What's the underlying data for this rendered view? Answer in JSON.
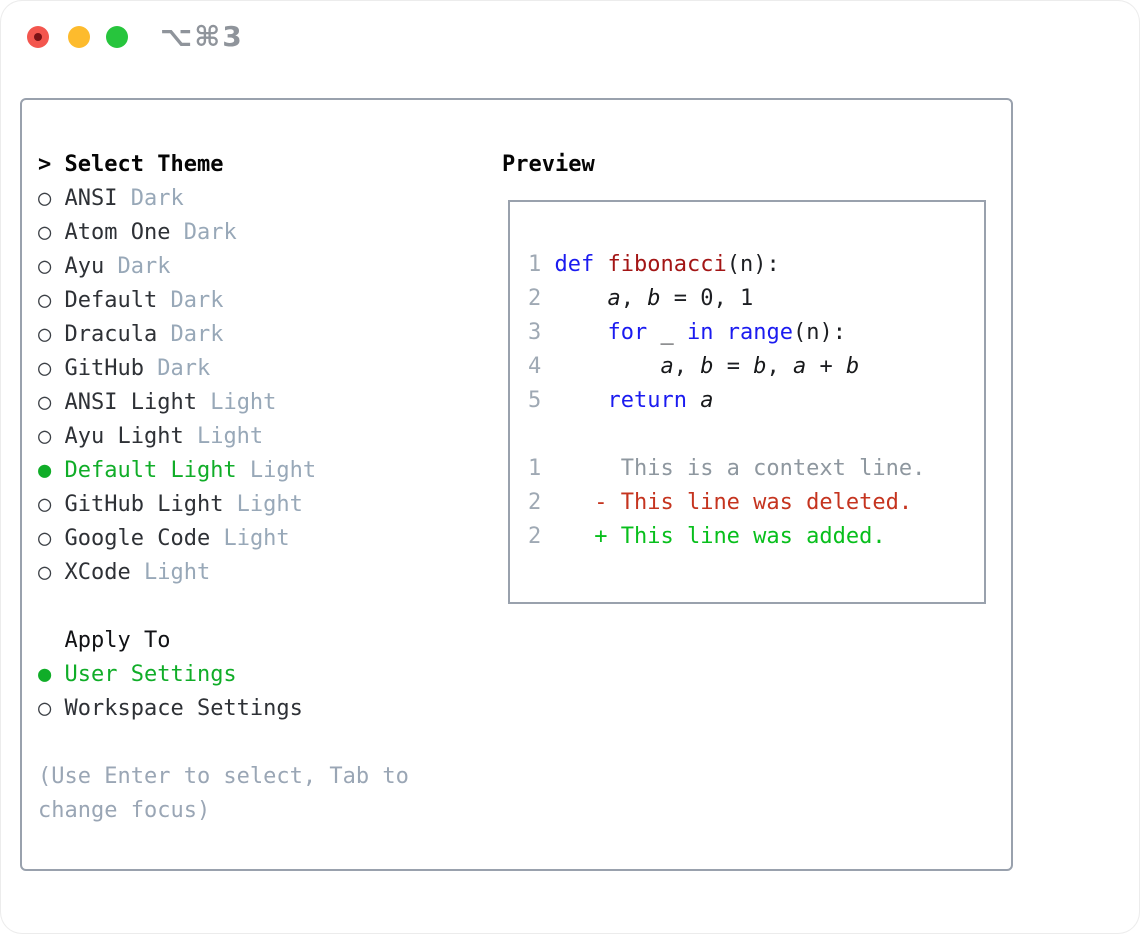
{
  "titlebar": {
    "shortcut": "⌥⌘3",
    "traffic_lights": [
      "close",
      "minimize",
      "zoom"
    ]
  },
  "colors": {
    "panel_border": "#99a1ad",
    "selection_green": "#10ad28",
    "keyword_blue": "#1b1bf0",
    "function_red": "#a31515",
    "deleted_red": "#c5341f",
    "added_green": "#08bf1c",
    "muted_gray": "#98a8b8",
    "line_number_gray": "#9fa9b4",
    "traffic_red": "#f3564e",
    "traffic_yellow": "#fdbb2d",
    "traffic_green": "#27c53d"
  },
  "theme_menu": {
    "cursor": ">",
    "title": "Select Theme",
    "unselected_glyph": "○",
    "selected_glyph": "●",
    "items": [
      {
        "name": "ANSI",
        "variant": "Dark",
        "selected": false
      },
      {
        "name": "Atom One",
        "variant": "Dark",
        "selected": false
      },
      {
        "name": "Ayu",
        "variant": "Dark",
        "selected": false
      },
      {
        "name": "Default",
        "variant": "Dark",
        "selected": false
      },
      {
        "name": "Dracula",
        "variant": "Dark",
        "selected": false
      },
      {
        "name": "GitHub",
        "variant": "Dark",
        "selected": false
      },
      {
        "name": "ANSI Light",
        "variant": "Light",
        "selected": false
      },
      {
        "name": "Ayu Light",
        "variant": "Light",
        "selected": false
      },
      {
        "name": "Default Light",
        "variant": "Light",
        "selected": true
      },
      {
        "name": "GitHub Light",
        "variant": "Light",
        "selected": false
      },
      {
        "name": "Google Code",
        "variant": "Light",
        "selected": false
      },
      {
        "name": "XCode",
        "variant": "Light",
        "selected": false
      }
    ]
  },
  "apply_to": {
    "title": "Apply To",
    "options": [
      {
        "label": "User Settings",
        "selected": true
      },
      {
        "label": "Workspace Settings",
        "selected": false
      }
    ]
  },
  "hint_lines": [
    "(Use Enter to select, Tab to",
    "change focus)"
  ],
  "preview": {
    "title": "Preview",
    "code_lines": [
      {
        "num": "1",
        "segments": [
          {
            "c": "kw",
            "t": "def"
          },
          {
            "c": "pl",
            "t": " "
          },
          {
            "c": "fn",
            "t": "fibonacci"
          },
          {
            "c": "pl",
            "t": "(n):"
          }
        ]
      },
      {
        "num": "2",
        "segments": [
          {
            "c": "pl",
            "t": "    "
          },
          {
            "c": "var",
            "t": "a"
          },
          {
            "c": "pl",
            "t": ", "
          },
          {
            "c": "var",
            "t": "b"
          },
          {
            "c": "pl",
            "t": " = 0, 1"
          }
        ]
      },
      {
        "num": "3",
        "segments": [
          {
            "c": "pl",
            "t": "    "
          },
          {
            "c": "kw",
            "t": "for"
          },
          {
            "c": "pl",
            "t": " _ "
          },
          {
            "c": "kw",
            "t": "in"
          },
          {
            "c": "pl",
            "t": " "
          },
          {
            "c": "kw",
            "t": "range"
          },
          {
            "c": "pl",
            "t": "(n):"
          }
        ]
      },
      {
        "num": "4",
        "segments": [
          {
            "c": "pl",
            "t": "        "
          },
          {
            "c": "var",
            "t": "a"
          },
          {
            "c": "pl",
            "t": ", "
          },
          {
            "c": "var",
            "t": "b"
          },
          {
            "c": "pl",
            "t": " = "
          },
          {
            "c": "var",
            "t": "b"
          },
          {
            "c": "pl",
            "t": ", "
          },
          {
            "c": "var",
            "t": "a"
          },
          {
            "c": "pl",
            "t": " + "
          },
          {
            "c": "var",
            "t": "b"
          }
        ]
      },
      {
        "num": "5",
        "segments": [
          {
            "c": "pl",
            "t": "    "
          },
          {
            "c": "kw",
            "t": "return"
          },
          {
            "c": "pl",
            "t": " "
          },
          {
            "c": "var",
            "t": "a"
          }
        ]
      },
      {
        "num": "",
        "segments": []
      },
      {
        "num": "1",
        "segments": [
          {
            "c": "ctx",
            "t": "     This is a context line."
          }
        ]
      },
      {
        "num": "2",
        "segments": [
          {
            "c": "del",
            "t": "   - This line was deleted."
          }
        ]
      },
      {
        "num": "2",
        "segments": [
          {
            "c": "add",
            "t": "   + This line was added."
          }
        ]
      }
    ]
  }
}
